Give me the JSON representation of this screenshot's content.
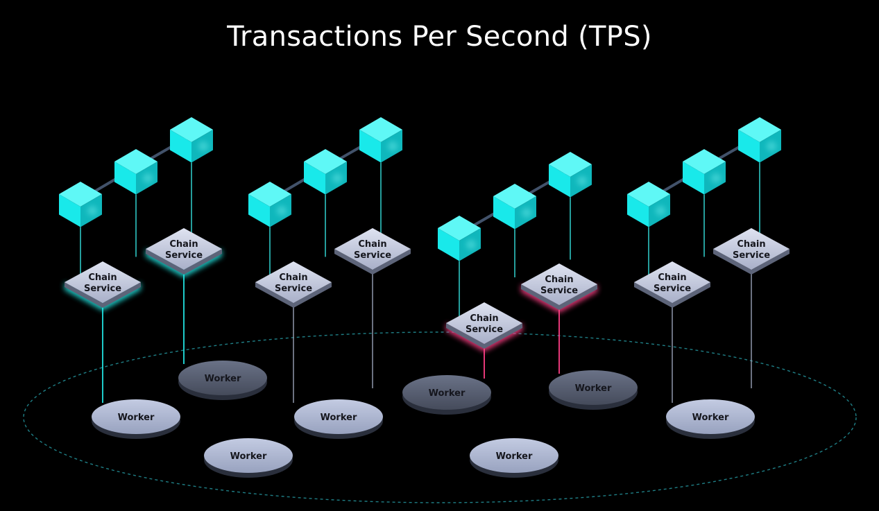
{
  "title": "Transactions Per Second (TPS)",
  "labels": {
    "chain_service_line1": "Chain",
    "chain_service_line2": "Service",
    "worker": "Worker"
  },
  "colors": {
    "background": "#000000",
    "cube": "#19e9ea",
    "cube_dark": "#0fb7bc",
    "connector": "#42526a",
    "platform": "#b4bbd4",
    "platform_dark": "#5d6479",
    "worker_light": "#aab3cd",
    "worker_dark": "#515869",
    "glow_cyan": "#22e3e0",
    "glow_pink": "#ff3f85",
    "stem_gray": "#9aa3b8",
    "ring": "#1f7f86"
  },
  "nodes": {
    "chain_services": [
      {
        "id": "cs1",
        "glow": "cyan"
      },
      {
        "id": "cs2",
        "glow": "cyan"
      },
      {
        "id": "cs3",
        "glow": "none"
      },
      {
        "id": "cs4",
        "glow": "none"
      },
      {
        "id": "cs5",
        "glow": "pink"
      },
      {
        "id": "cs6",
        "glow": "pink"
      },
      {
        "id": "cs7",
        "glow": "none"
      },
      {
        "id": "cs8",
        "glow": "none"
      }
    ],
    "workers": [
      {
        "id": "w1",
        "shade": "dark"
      },
      {
        "id": "w2",
        "shade": "light"
      },
      {
        "id": "w3",
        "shade": "light"
      },
      {
        "id": "w4",
        "shade": "light"
      },
      {
        "id": "w5",
        "shade": "dark"
      },
      {
        "id": "w6",
        "shade": "dark"
      },
      {
        "id": "w7",
        "shade": "light"
      },
      {
        "id": "w8",
        "shade": "light"
      }
    ],
    "chain_groups": 4,
    "blocks_per_chain": 3
  }
}
